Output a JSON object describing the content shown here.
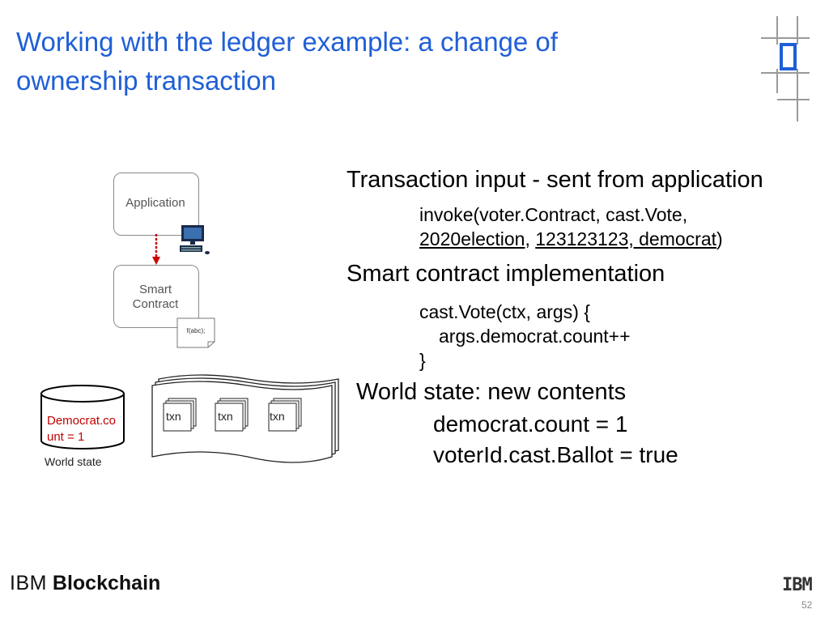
{
  "slide": {
    "title": "Working with the ledger example: a change of\nownership transaction",
    "page_number": "52"
  },
  "diagram": {
    "application_label": "Application",
    "smart_contract_label": "Smart Contract",
    "smart_contract_label_l1": "Smart",
    "smart_contract_label_l2": "Contract",
    "function_label": "f(abc);",
    "db_text_l1": "Democrat.co",
    "db_text_l2": "unt = 1",
    "world_state_label": "World state",
    "txn_labels": [
      "txn",
      "txn",
      "txn"
    ]
  },
  "content": {
    "tx_input_heading": "Transaction input - sent from application",
    "invoke_line1": "invoke(voter.Contract, cast.Vote,",
    "invoke_arg1": "2020election",
    "invoke_sep1": ", ",
    "invoke_arg2": "123123123, democrat",
    "invoke_close": ")",
    "smart_contract_heading": "Smart contract implementation",
    "impl_line1": "cast.Vote(ctx, args) {",
    "impl_line2": "args.democrat.count++",
    "impl_line3": "}",
    "world_state_heading": "World state: new contents",
    "ws_line1": "democrat.count = 1",
    "ws_line2": "voterId.cast.Ballot = true"
  },
  "footer": {
    "brand_ibm": "IBM",
    "brand_blockchain": "Blockchain",
    "ibm_logo": "IBM"
  },
  "colors": {
    "title": "#1f5fd6",
    "db_text": "#c00000",
    "arrow": "#cc0000",
    "deco_blue": "#1f5fd6"
  }
}
